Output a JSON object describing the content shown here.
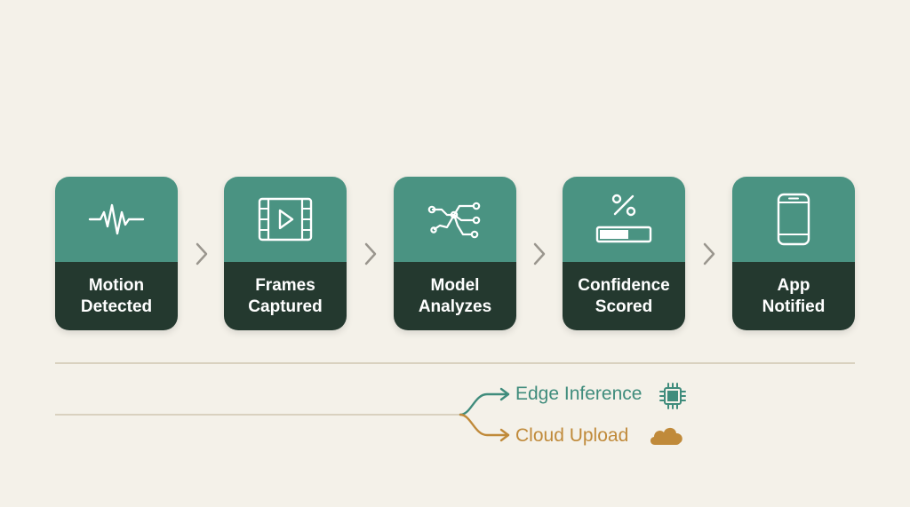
{
  "colors": {
    "background": "#f4f1e9",
    "card_top": "#4a9382",
    "card_bottom": "#24392f",
    "card_text": "#ffffff",
    "chevron": "#9a968e",
    "divider": "#d9d1bf",
    "edge": "#3f8c7c",
    "cloud": "#c08a3a"
  },
  "steps": [
    {
      "icon": "waveform-icon",
      "line1": "Motion",
      "line2": "Detected"
    },
    {
      "icon": "film-play-icon",
      "line1": "Frames",
      "line2": "Captured"
    },
    {
      "icon": "neural-network-icon",
      "line1": "Model",
      "line2": "Analyzes"
    },
    {
      "icon": "percent-gauge-icon",
      "line1": "Confidence",
      "line2": "Scored"
    },
    {
      "icon": "smartphone-icon",
      "line1": "App",
      "line2": "Notified"
    }
  ],
  "branches": {
    "edge": {
      "label": "Edge Inference",
      "icon": "chip-icon"
    },
    "cloud": {
      "label": "Cloud Upload",
      "icon": "cloud-icon"
    }
  }
}
